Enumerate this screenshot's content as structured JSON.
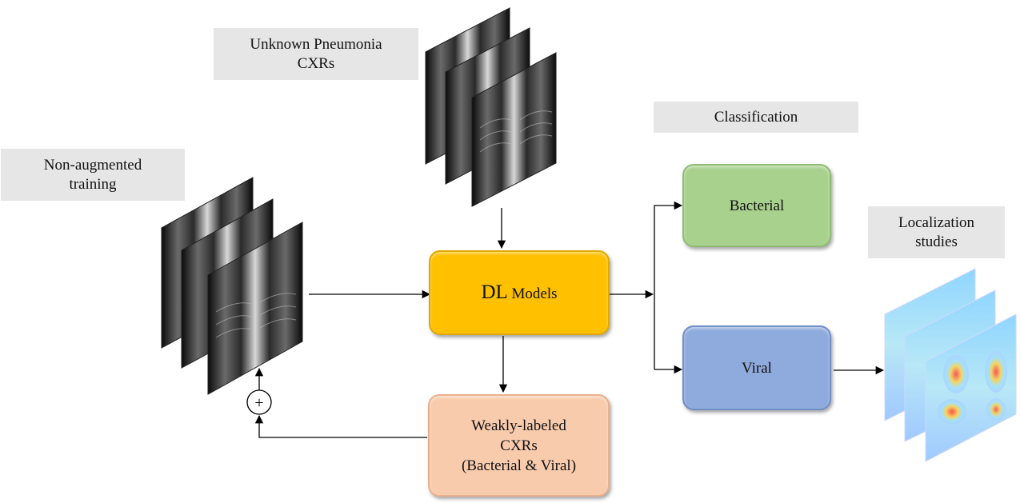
{
  "labels": {
    "unknown_pneumonia": [
      "Unknown Pneumonia",
      "CXRs"
    ],
    "non_augmented": [
      "Non-augmented",
      "training"
    ],
    "classification": [
      "Classification"
    ],
    "localization": [
      "Localization",
      "studies"
    ]
  },
  "nodes": {
    "dl_models": {
      "main": "DL",
      "sub": "Models",
      "color": "#ffc000"
    },
    "bacterial": {
      "text": "Bacterial",
      "color": "#a9d18e"
    },
    "viral": {
      "text": "Viral",
      "color": "#8faadc"
    },
    "weakly_labeled": {
      "lines": [
        "Weakly-labeled",
        "CXRs",
        "(Bacterial & Viral)"
      ],
      "color": "#f8cbad"
    }
  },
  "symbols": {
    "sum_junction": "+"
  },
  "icons": [
    "chest-xray-stack-icon",
    "heatmap-stack-icon",
    "plus-circle-icon"
  ]
}
